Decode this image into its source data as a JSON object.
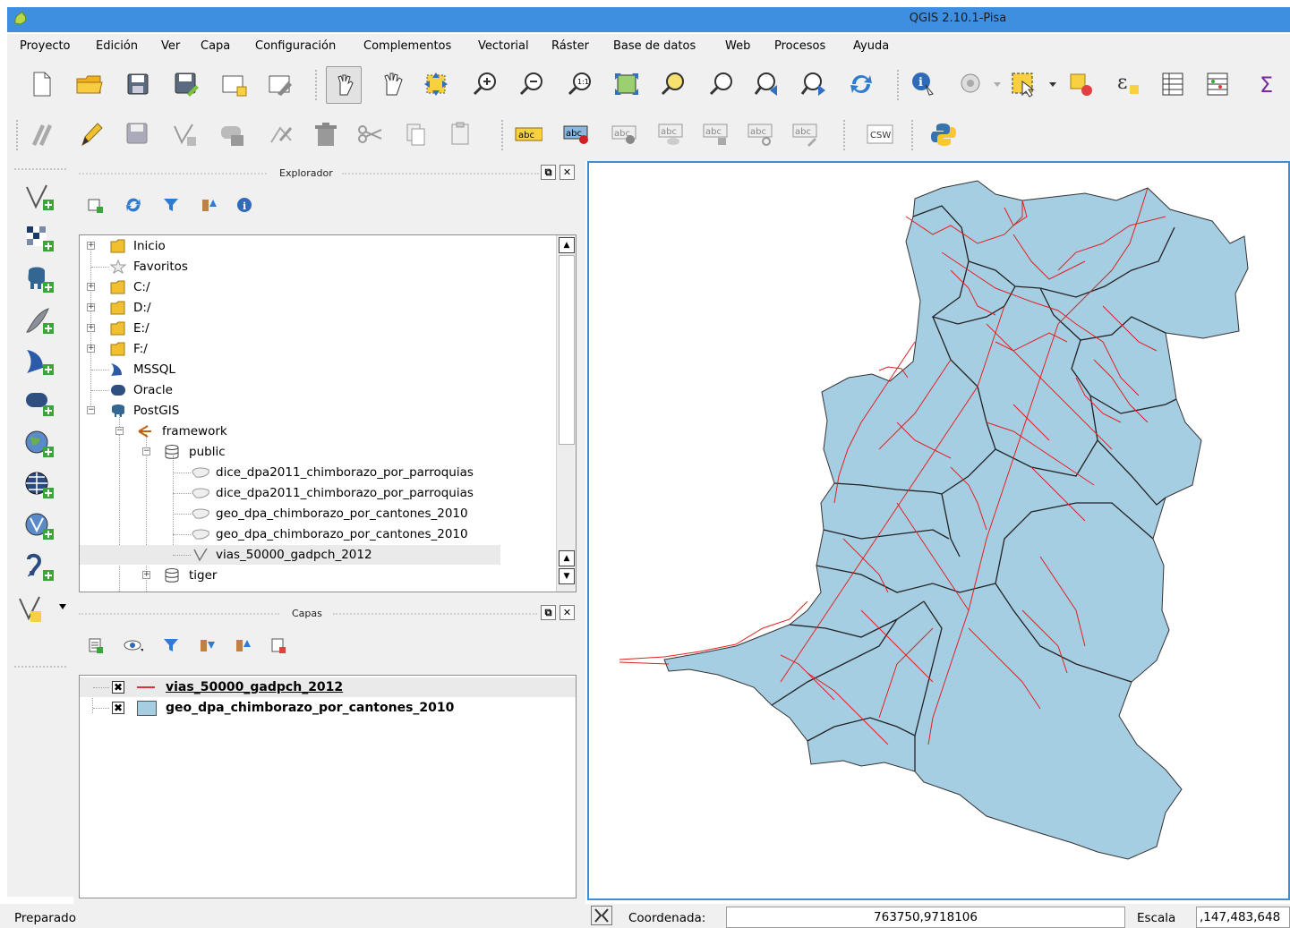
{
  "window": {
    "title": "QGIS 2.10.1-Pisa"
  },
  "menu": [
    "Proyecto",
    "Edición",
    "Ver",
    "Capa",
    "Configuración",
    "Complementos",
    "Vectorial",
    "Ráster",
    "Base de datos",
    "Web",
    "Procesos",
    "Ayuda"
  ],
  "label_toolbar": {
    "abc": "abc",
    "csw": "CSW"
  },
  "browser": {
    "title": "Explorador",
    "items": {
      "inicio": "Inicio",
      "favoritos": "Favoritos",
      "c": "C:/",
      "d": "D:/",
      "e": "E:/",
      "f": "F:/",
      "mssql": "MSSQL",
      "oracle": "Oracle",
      "postgis": "PostGIS",
      "framework": "framework",
      "public": "public",
      "t1": "dice_dpa2011_chimborazo_por_parroquias",
      "t2": "dice_dpa2011_chimborazo_por_parroquias",
      "t3": "geo_dpa_chimborazo_por_cantones_2010",
      "t4": "geo_dpa_chimborazo_por_cantones_2010",
      "t5": "vias_50000_gadpch_2012",
      "tiger": "tiger"
    }
  },
  "layers": {
    "title": "Capas",
    "items": [
      {
        "name": "vias_50000_gadpch_2012",
        "checked": true,
        "symbol_color": "#e0303a"
      },
      {
        "name": "geo_dpa_chimborazo_por_cantones_2010",
        "checked": true,
        "symbol_color": "#a6cee3"
      }
    ]
  },
  "map": {
    "fill_color": "#a6cee3",
    "roads_color": "#e02020"
  },
  "status": {
    "message": "Preparado",
    "coordinate_label": "Coordenada:",
    "coordinate_value": "763750,9718106",
    "scale_label": "Escala",
    "scale_value": ",147,483,648"
  }
}
